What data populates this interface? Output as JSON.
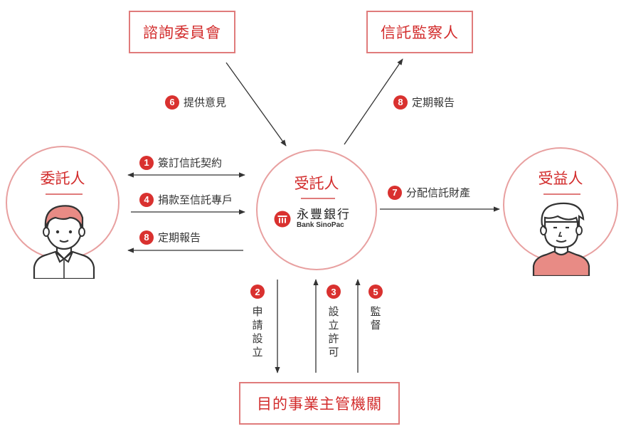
{
  "boxes": {
    "advisory_committee": "諮詢委員會",
    "trust_supervisor": "信託監察人",
    "competent_authority": "目的事業主管機關"
  },
  "roles": {
    "settlor": "委託人",
    "trustee": "受託人",
    "beneficiary": "受益人"
  },
  "bank": {
    "name_zh": "永豐銀行",
    "name_en": "Bank SinoPac"
  },
  "flows": [
    {
      "num": "1",
      "text": "簽訂信託契約"
    },
    {
      "num": "4",
      "text": "捐款至信託專戶"
    },
    {
      "num": "8",
      "text": "定期報告"
    },
    {
      "num": "6",
      "text": "提供意見"
    },
    {
      "num": "8",
      "text": "定期報告"
    },
    {
      "num": "7",
      "text": "分配信託財產"
    },
    {
      "num": "2",
      "text": "申請設立"
    },
    {
      "num": "3",
      "text": "設立許可"
    },
    {
      "num": "5",
      "text": "監督"
    }
  ],
  "colors": {
    "accent": "#d22b2b",
    "border": "#e07b7b",
    "badge": "#d9312f"
  }
}
